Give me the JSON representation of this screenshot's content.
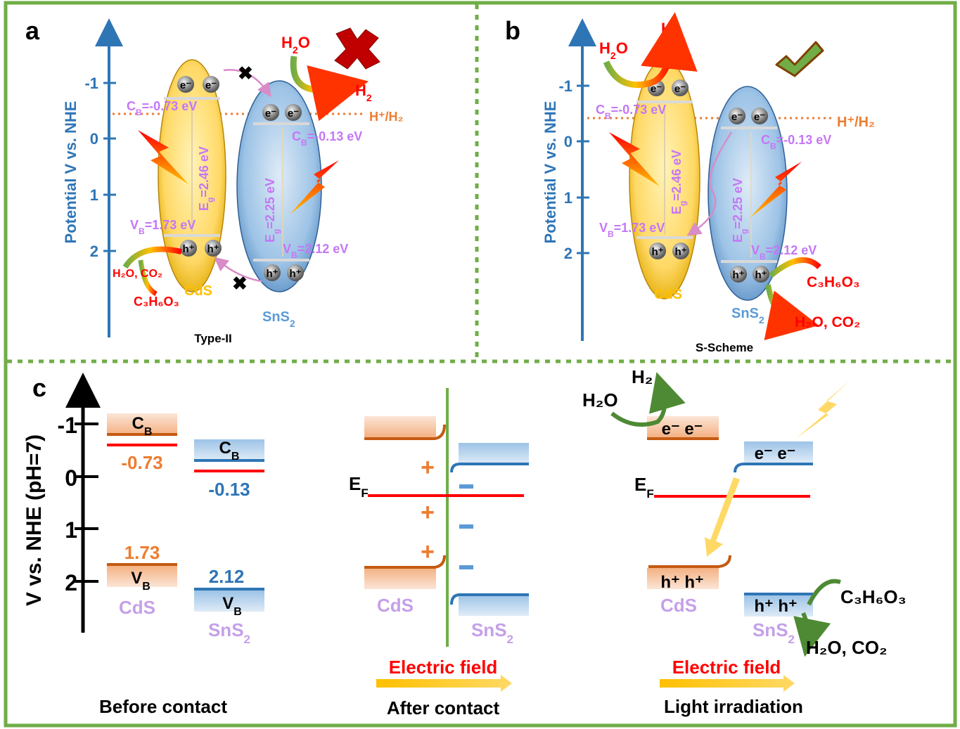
{
  "panel_a": {
    "label": "a",
    "axis_title": "Potential V vs. NHE",
    "ticks": [
      "-1",
      "0",
      "1",
      "2"
    ],
    "cb_cds": "C",
    "cb_cds_sub": "B",
    "cb_cds_val": "=-0.73 eV",
    "vb_cds": "V",
    "vb_cds_sub": "B",
    "vb_cds_val": "=1.73 eV",
    "cb_sns2": "C",
    "cb_sns2_sub": "B",
    "cb_sns2_val": "=-0.13 eV",
    "vb_sns2": "V",
    "vb_sns2_sub": "B",
    "vb_sns2_val": "=2.12 eV",
    "eg_cds": "E",
    "eg_cds_sub": "g",
    "eg_cds_val": "=2.46 eV",
    "eg_sns2": "E",
    "eg_sns2_sub": "g",
    "eg_sns2_val": "=2.25 eV",
    "h2o": "H",
    "h2o_sub": "2",
    "h2o_tail": "O",
    "h2": "H",
    "h2_sub": "2",
    "redox": "H⁺/H₂",
    "cds_name": "CdS",
    "sns2_name": "SnS",
    "sns2_sub": "2",
    "prod1": "H₂O, CO₂",
    "prod2": "C₃H₆O₃",
    "electron": "e",
    "hole": "h",
    "caption": "Type-II",
    "status_icon": "cross-icon"
  },
  "panel_b": {
    "label": "b",
    "axis_title": "Potential V vs. NHE",
    "ticks": [
      "-1",
      "0",
      "1",
      "2"
    ],
    "cb_cds_val": "=-0.73 eV",
    "vb_cds_val": "=1.73 eV",
    "cb_sns2_val": "=-0.13 eV",
    "vb_sns2_val": "=2.12 eV",
    "eg_cds_val": "=2.46 eV",
    "eg_sns2_val": "=2.25 eV",
    "redox": "H⁺/H₂",
    "cds_name": "CdS",
    "sns2_name": "SnS",
    "sns2_sub": "2",
    "prod1": "H₂O, CO₂",
    "prod2": "C₃H₆O₃",
    "caption": "S-Scheme",
    "status_icon": "check-icon"
  },
  "panel_c": {
    "label": "c",
    "axis_title": "V vs. NHE (pH=7)",
    "ticks": [
      "-1",
      "0",
      "1",
      "2"
    ],
    "cb": "C",
    "cb_sub": "B",
    "vb": "V",
    "vb_sub": "B",
    "cds_cb_val": "-0.73",
    "cds_vb_val": "1.73",
    "sns2_cb_val": "-0.13",
    "sns2_vb_val": "2.12",
    "cds_name": "CdS",
    "sns2_name": "SnS",
    "sns2_sub": "2",
    "ef": "E",
    "ef_sub": "F",
    "plus": "+",
    "minus": "-",
    "electric_field": "Electric field",
    "h2o": "H₂O",
    "h2": "H₂",
    "prod1": "H₂O, CO₂",
    "prod2": "C₃H₆O₃",
    "electrons": "e⁻ e⁻",
    "holes": "h⁺ h⁺",
    "caption_before": "Before contact",
    "caption_after": "After contact",
    "caption_light": "Light irradiation"
  },
  "colors": {
    "frame": "#70ad47",
    "axis": "#2e75b6",
    "cds": "#ffd966",
    "sns2": "#9dc3e6",
    "label_purple": "#c576f6",
    "orange": "#ed7d31",
    "red": "#ff0000",
    "blue_band": "#2e75b6"
  }
}
